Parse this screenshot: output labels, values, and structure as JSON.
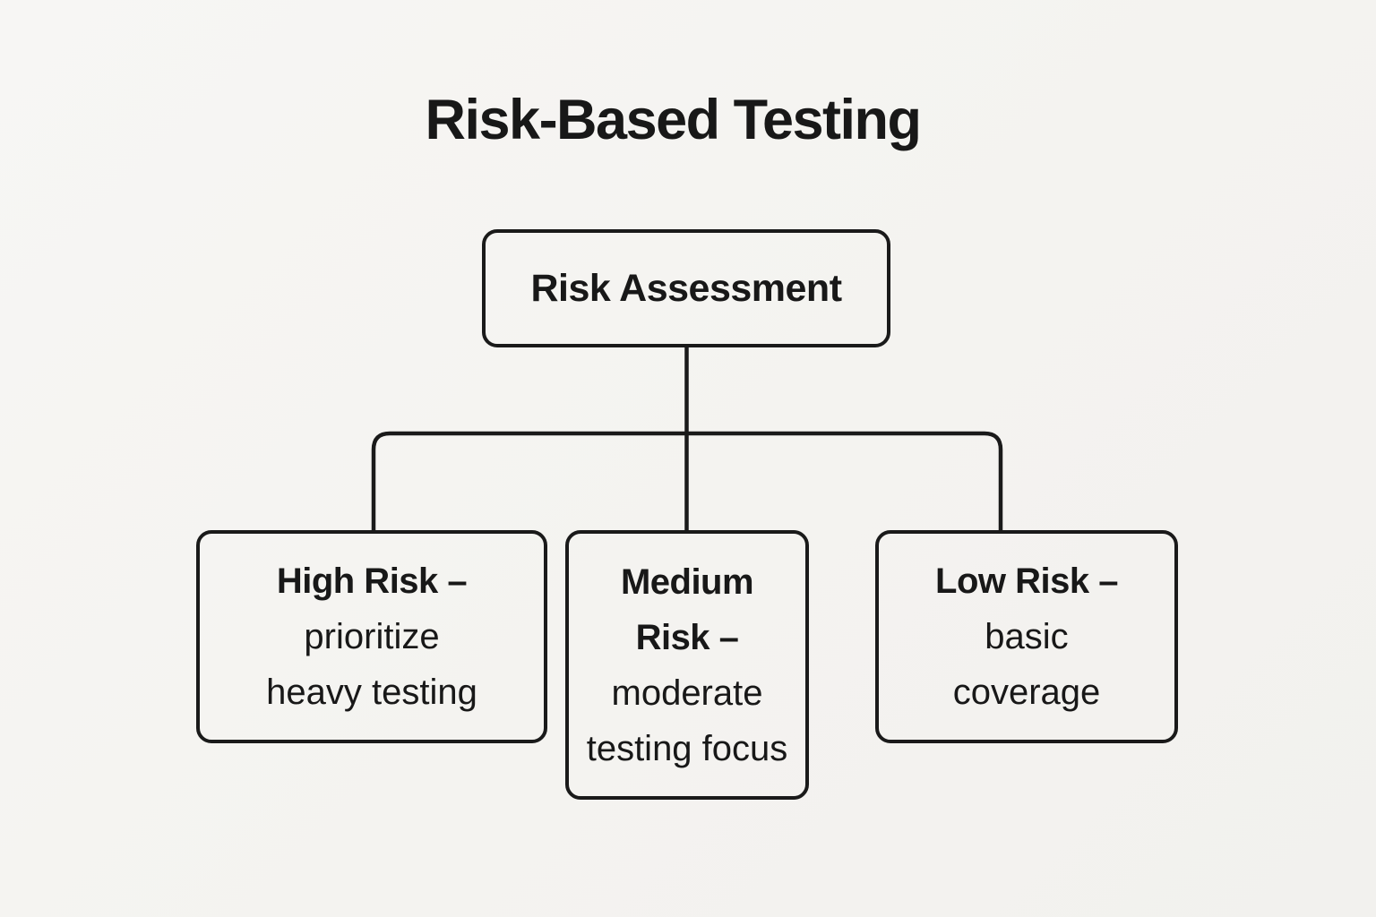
{
  "diagram": {
    "title": "Risk-Based Testing",
    "root": {
      "label": "Risk Assessment"
    },
    "boxes": [
      {
        "id": "high-risk",
        "lines": [
          {
            "text": "High Risk –",
            "bold": true
          },
          {
            "text": "prioritize",
            "bold": false
          },
          {
            "text": "heavy testing",
            "bold": false
          }
        ]
      },
      {
        "id": "medium-risk",
        "lines": [
          {
            "text": "Medium",
            "bold": true
          },
          {
            "text": "Risk –",
            "bold": true
          },
          {
            "text": "moderate",
            "bold": false
          },
          {
            "text": "testing focus",
            "bold": false
          }
        ]
      },
      {
        "id": "low-risk",
        "lines": [
          {
            "text": "Low Risk –",
            "bold": true
          },
          {
            "text": "basic",
            "bold": false
          },
          {
            "text": "coverage",
            "bold": false
          }
        ]
      }
    ],
    "colors": {
      "background": "#f5f4f1",
      "line": "#1a1a1a",
      "text": "#181818"
    }
  }
}
